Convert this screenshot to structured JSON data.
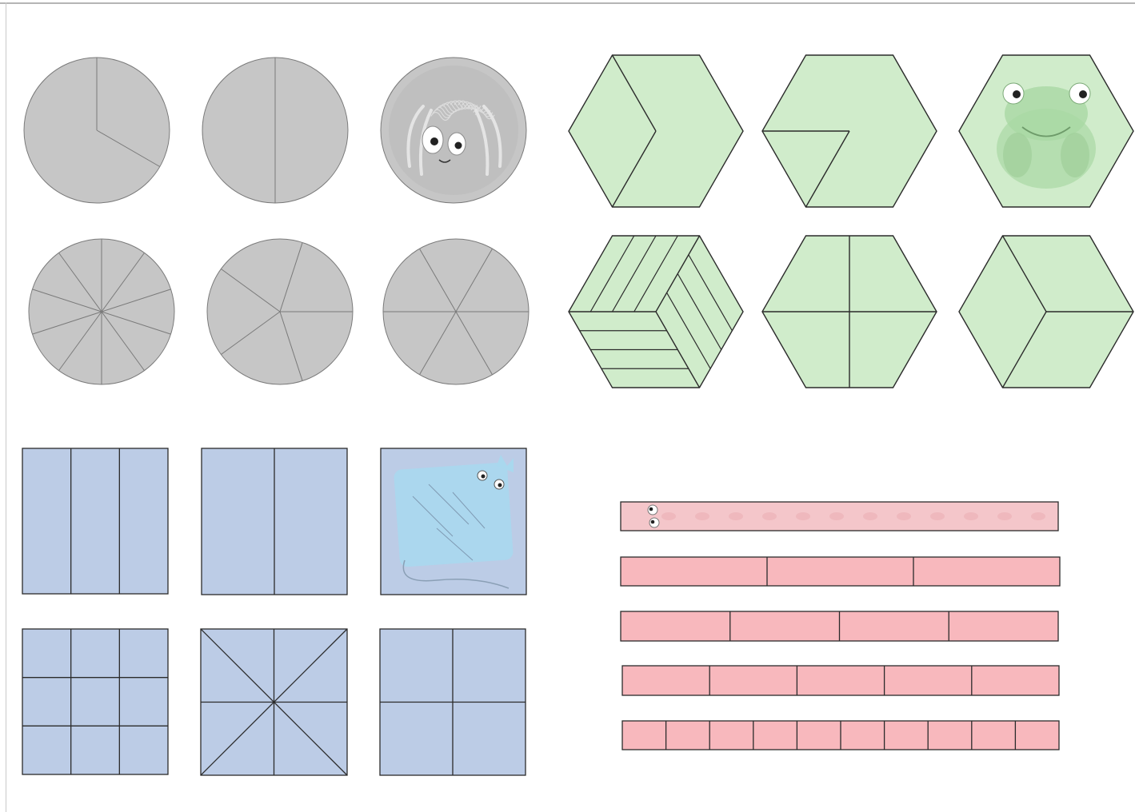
{
  "palette": {
    "circle_fill": "#c6c6c6",
    "circle_stroke": "#7a7a7a",
    "hex_fill": "#d0eccb",
    "hex_stroke": "#2b2b2b",
    "square_fill": "#bccce6",
    "square_stroke": "#2b2b2b",
    "bar_fill": "#f8b8bd",
    "bar_stroke": "#2b2b2b",
    "frog_green": "#a9d8a4",
    "stingray_blue": "#a9d8ee",
    "worm_pink": "#f4c6ca"
  },
  "circles": [
    {
      "kind": "partial-cuts",
      "cuts_deg": [
        0,
        120
      ],
      "note_icon": null
    },
    {
      "kind": "partial-cuts",
      "cuts_deg": [
        0,
        180
      ],
      "note_icon": null
    },
    {
      "kind": "icon",
      "icon": "spider-icon"
    },
    {
      "kind": "equal",
      "parts": 10,
      "start_deg": 0
    },
    {
      "kind": "equal",
      "parts": 5,
      "start_deg": 18
    },
    {
      "kind": "equal",
      "parts": 6,
      "start_deg": 30
    }
  ],
  "hexagons": [
    {
      "kind": "chevron"
    },
    {
      "kind": "triangle-notch"
    },
    {
      "kind": "icon",
      "icon": "frog-icon"
    },
    {
      "kind": "woven"
    },
    {
      "kind": "quarters"
    },
    {
      "kind": "cube"
    }
  ],
  "squares": [
    {
      "kind": "vertical-strips",
      "parts": 3
    },
    {
      "kind": "vertical-strips",
      "parts": 2
    },
    {
      "kind": "icon",
      "icon": "stingray-icon"
    },
    {
      "kind": "grid",
      "rows": 3,
      "cols": 3
    },
    {
      "kind": "star-eighths"
    },
    {
      "kind": "grid",
      "rows": 2,
      "cols": 2
    }
  ],
  "bars": [
    {
      "kind": "icon",
      "icon": "worm-icon",
      "parts": 1
    },
    {
      "kind": "segments",
      "parts": 3
    },
    {
      "kind": "segments",
      "parts": 4
    },
    {
      "kind": "segments",
      "parts": 5
    },
    {
      "kind": "segments",
      "parts": 10
    }
  ]
}
